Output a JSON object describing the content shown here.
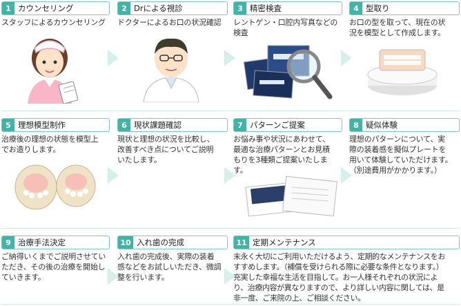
{
  "steps": [
    {
      "num": "1",
      "title": "カウンセリング",
      "desc": [
        "スタッフによるカウンセリング"
      ]
    },
    {
      "num": "2",
      "title": "Drによる視診",
      "desc": [
        "ドクターによるお口の状況確認"
      ]
    },
    {
      "num": "3",
      "title": "精密検査",
      "desc": [
        "レントゲン・口腔内写真などの",
        "検査"
      ]
    },
    {
      "num": "4",
      "title": "型取り",
      "desc": [
        "お口の型を取って、現在の状",
        "況を模型として作成します。"
      ]
    },
    {
      "num": "5",
      "title": "理想模型制作",
      "desc": [
        "治療後の理想の状態を模型上",
        "でお造りします。"
      ]
    },
    {
      "num": "6",
      "title": "現状課題確認",
      "desc": [
        "現状と理想の状況を比較し、",
        "改善すべき点についてご説明",
        "いたします。"
      ]
    },
    {
      "num": "7",
      "title": "パターンご提案",
      "desc": [
        "お悩み事や状況にあわせて、",
        "最適な治療パターンとお見積",
        "もりを3種類ご提案いたしま",
        "す。"
      ]
    },
    {
      "num": "8",
      "title": "疑似体験",
      "desc": [
        "理想のパターンについて、実",
        "際の装着感を擬似プレートを",
        "用いて体験していただけます。",
        "（別途費用がかかります。）"
      ]
    },
    {
      "num": "9",
      "title": "治療手法決定",
      "desc": [
        "ご納得いくまでご説明させてい",
        "ただき、その後の治療を開始し",
        "ていきます。"
      ]
    },
    {
      "num": "10",
      "title": "入れ歯の完成",
      "desc": [
        "入れ歯の完成後、実際の装着",
        "感などをお試しいただき、微調",
        "整を行います。"
      ]
    },
    {
      "num": "11",
      "title": "定期メンテナンス",
      "desc": [
        "末永く大切にご利用いただけるよう、定期的なメンテナンスをお",
        "すすめします。（補償を受けられる際に必要な条件となります。）",
        "充実した幸福な生活を目指して。お一人様それぞれの状況によ",
        "り、治療内容が異なりますので、より詳しい内容に関しては、是",
        "非一度、ご来院の上、ご相談ください。"
      ]
    }
  ],
  "colors": {
    "accent": "#43b3a5",
    "border": "#7fc9c0",
    "arrow": "#d5efeb"
  }
}
